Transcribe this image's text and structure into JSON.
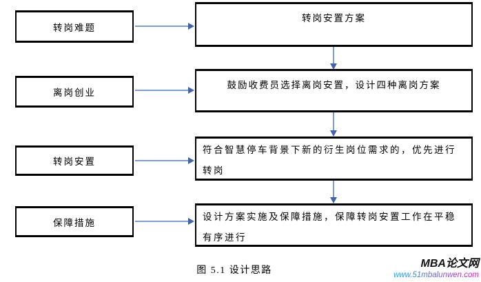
{
  "diagram": {
    "caption": "图 5.1 设计思路",
    "rows": [
      {
        "left": "转岗难题",
        "right": "转岗安置方案"
      },
      {
        "left": "离岗创业",
        "right": "鼓励收费员选择离岗安置，设计四种离岗方案"
      },
      {
        "left": "转岗安置",
        "right": "符合智慧停车背景下新的衍生岗位需求的，优先进行转岗"
      },
      {
        "left": "保障措施",
        "right": "设计方案实施及保障措施，保障转岗安置工作在平稳有序进行"
      }
    ]
  },
  "watermark": {
    "site_name": "MBA论文网",
    "site_url": "www.51mbalunwen.com"
  },
  "colors": {
    "arrow_line": "#7d9bd8",
    "arrow_head": "#3c63b5",
    "box_border": "#000000",
    "text": "#000000",
    "url_start": "#00aeef",
    "url_mid": "#7a5bd6",
    "url_end": "#ff00cc",
    "wm_text": "#111111"
  }
}
